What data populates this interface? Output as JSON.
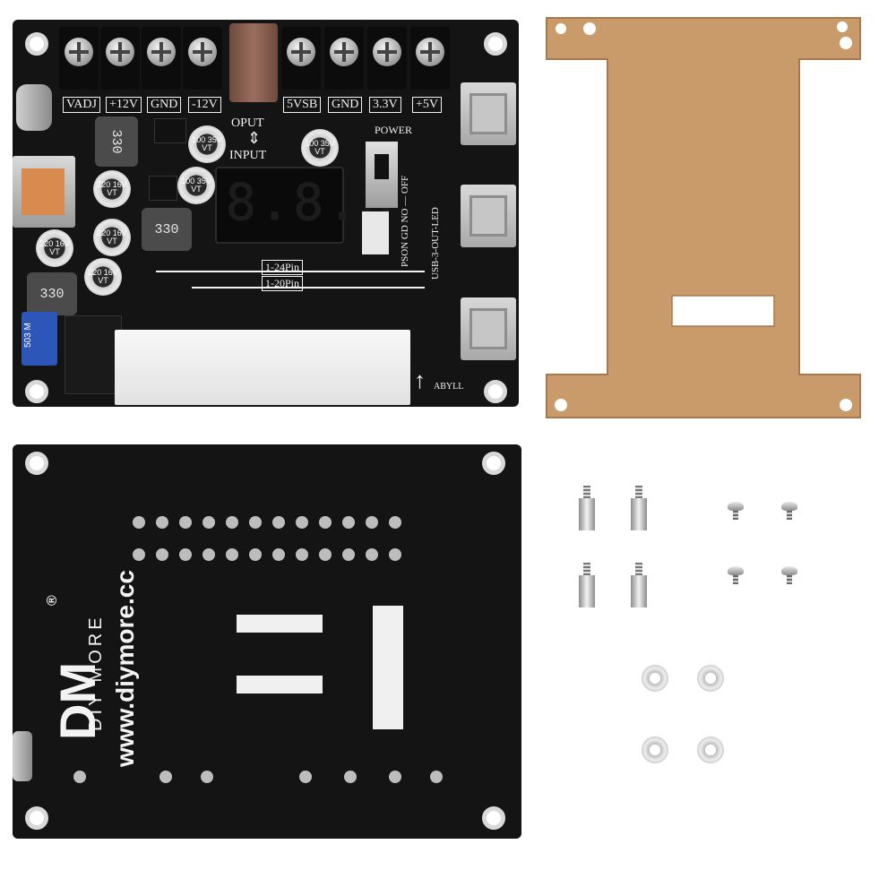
{
  "terminals": [
    "VADJ",
    "+12V",
    "GND",
    "-12V",
    "5VSB",
    "GND",
    "3.3V",
    "+5V"
  ],
  "labels": {
    "oput": "OPUT",
    "input": "INPUT",
    "power": "POWER",
    "switch": "PSON GD NO — OFF",
    "usb_led": "USB-3-OUT-LED",
    "pin24": "1-24Pin",
    "pin20": "1-20Pin",
    "brand_small": "ABYLL",
    "trimmer": "503 M"
  },
  "display": {
    "digits": "8.8.8"
  },
  "components": {
    "inductor_1": "330",
    "inductor_2": "330",
    "inductor_3": "330",
    "cap_1": "100 35V VT",
    "cap_2": "100 35V VT",
    "cap_3": "220 16V VT",
    "cap_4": "100 35V VT",
    "cap_5": "220 16V VT",
    "cap_6": "220 16V VT",
    "cap_7": "220 16V VT"
  },
  "back_board": {
    "logo": "DM",
    "registered": "®",
    "brand": "DIY MORE",
    "url": "www.diymore.cc"
  },
  "colors": {
    "pcb": "#141414",
    "acrylic": "#c99b6b",
    "silkscreen": "#f2f2f2"
  }
}
